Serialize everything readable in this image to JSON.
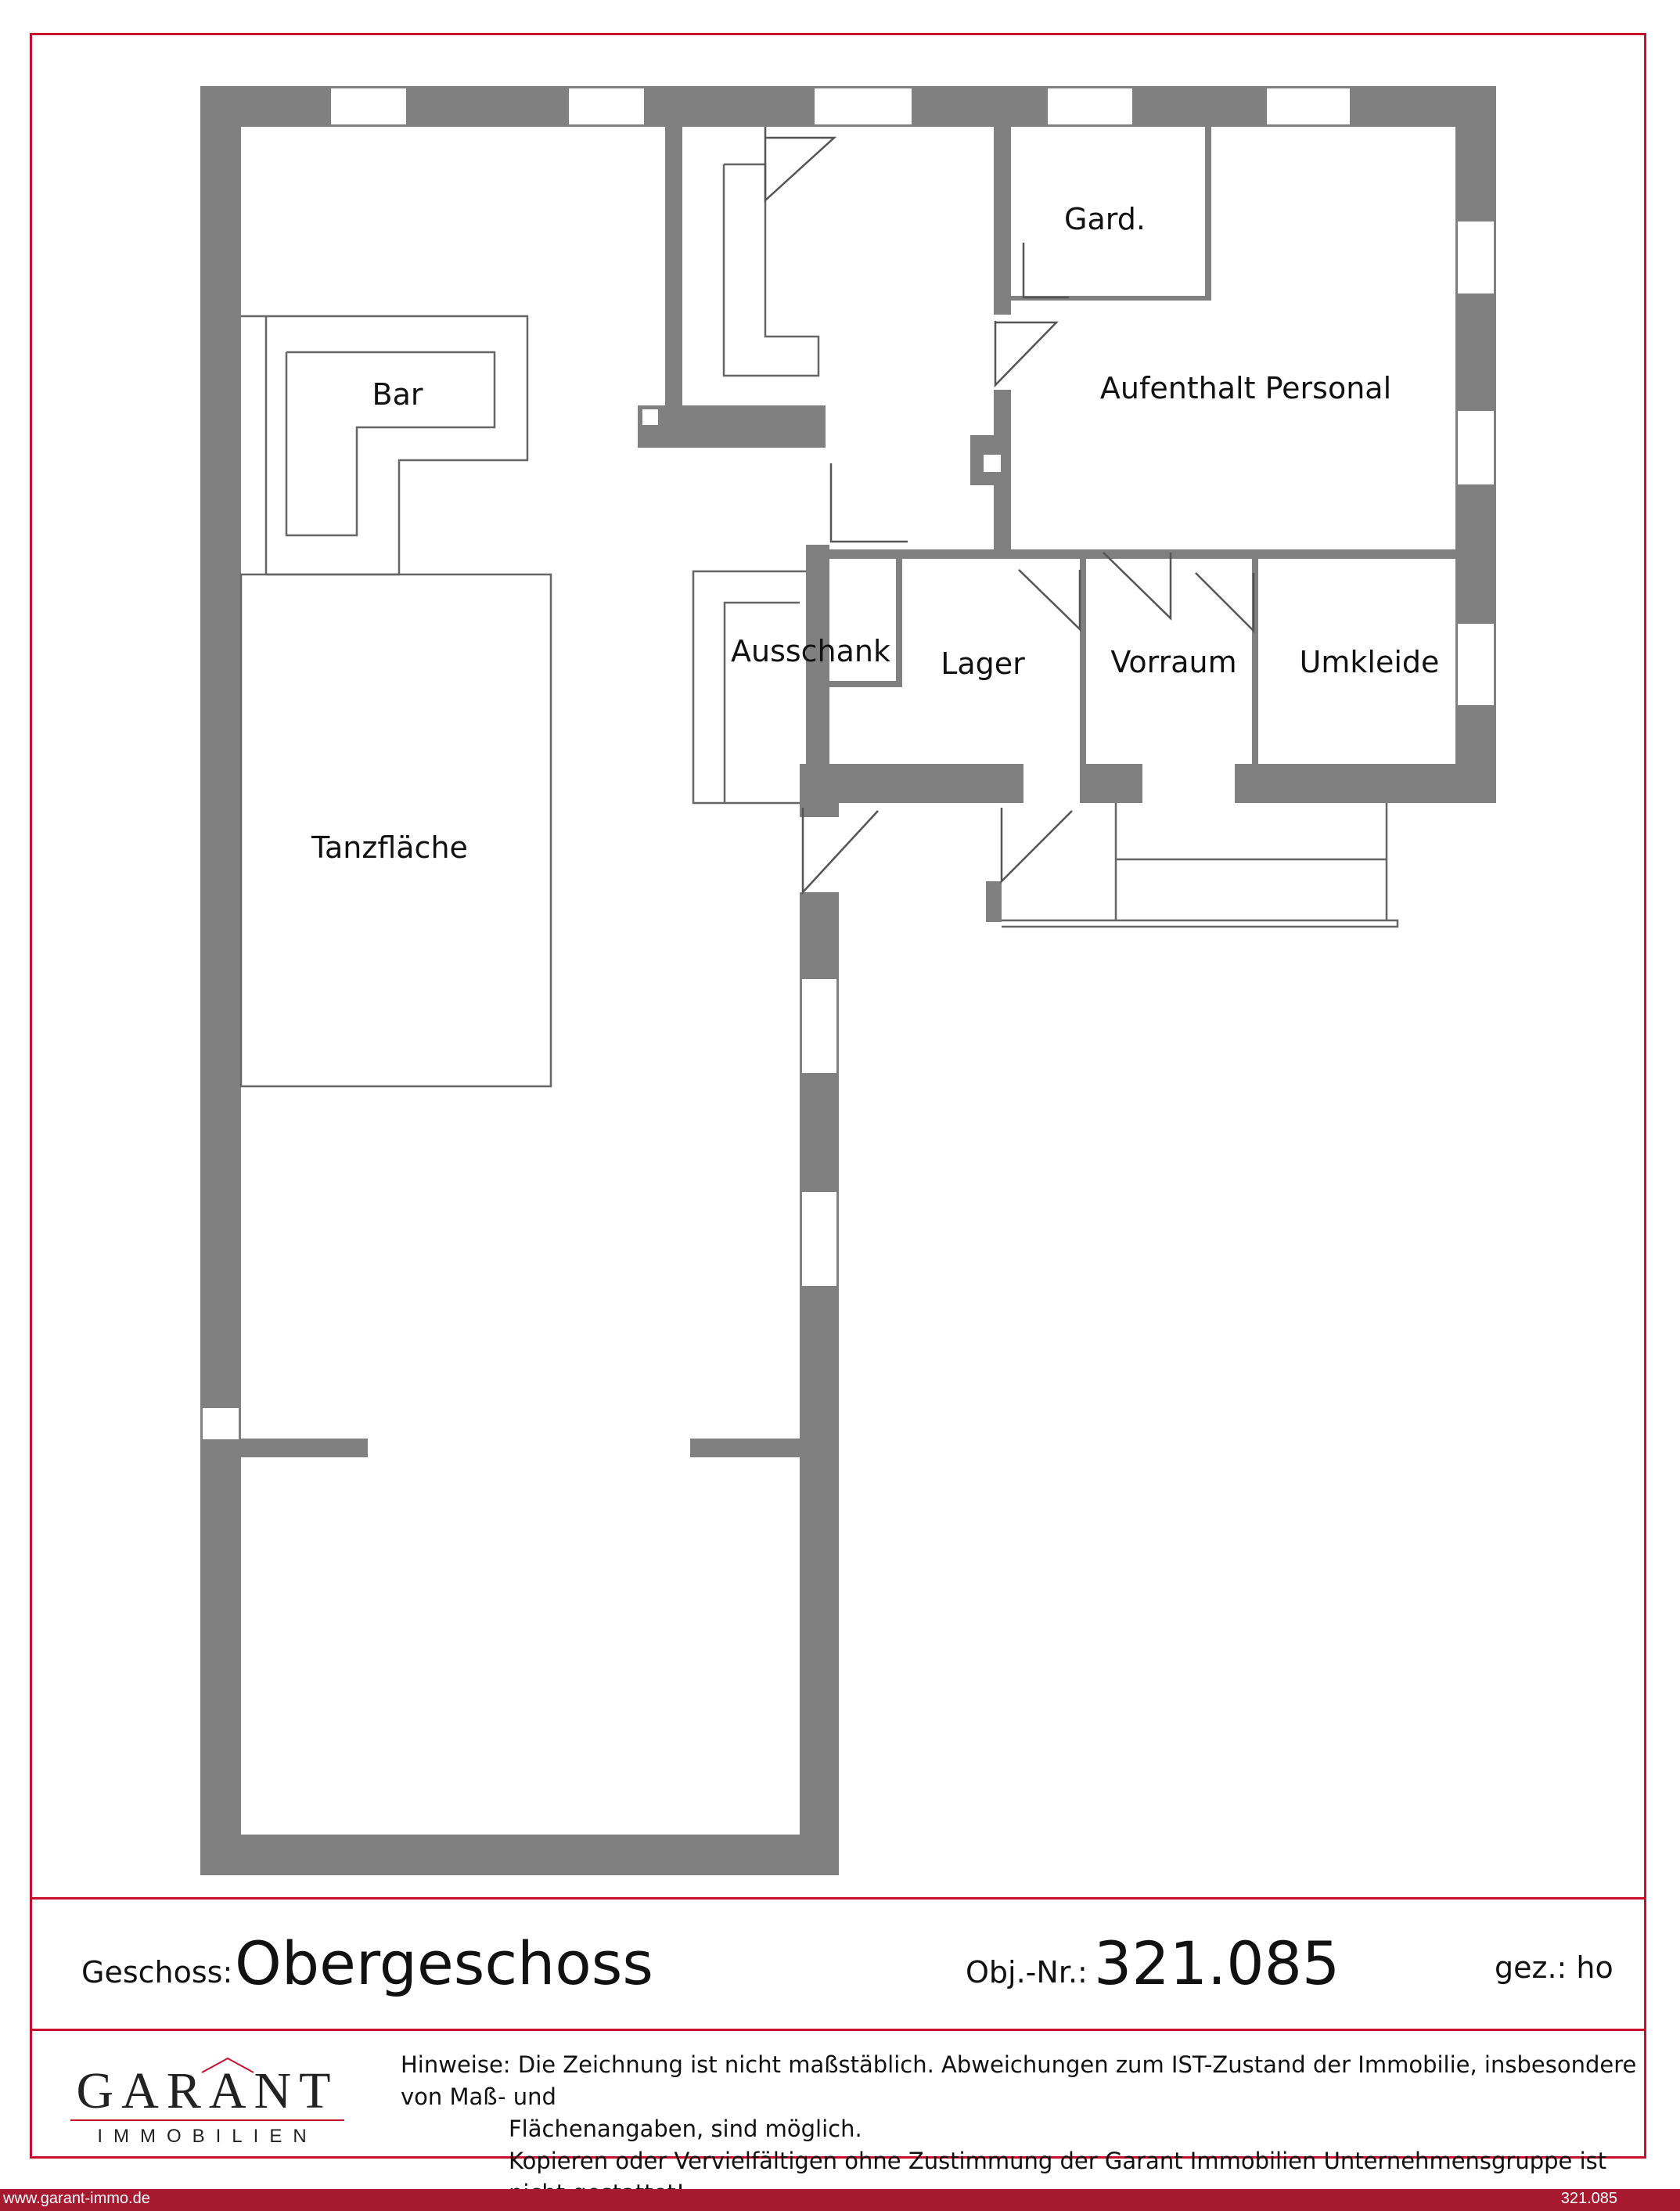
{
  "rooms": {
    "bar": "Bar",
    "tanzflaeche": "Tanzfläche",
    "gard": "Gard.",
    "aufenthalt": "Aufenthalt Personal",
    "ausschank": "Ausschank",
    "lager": "Lager",
    "vorraum": "Vorraum",
    "umkleide": "Umkleide"
  },
  "info": {
    "floor_label": "Geschoss:",
    "floor_value": "Obergeschoss",
    "obj_label": "Obj.-Nr.:",
    "obj_value": "321.085",
    "drawn_label": "gez.: ho"
  },
  "logo": {
    "word": "GARANT",
    "sub": "IMMOBILIEN"
  },
  "notes": {
    "label": "Hinweise:",
    "line1": "Die Zeichnung ist nicht maßstäblich. Abweichungen zum IST-Zustand der Immobilie, insbesondere von Maß- und",
    "line2": "Flächenangaben, sind möglich.",
    "line3": "Kopieren oder Vervielfältigen ohne Zustimmung der Garant Immobilien Unternehmensgruppe ist nicht gestattet!"
  },
  "footer": {
    "url": "www.garant-immo.de",
    "ref": "321.085"
  },
  "colors": {
    "wall": "#808080",
    "accent_red": "#c8102e",
    "footer_red": "#a6192e"
  }
}
